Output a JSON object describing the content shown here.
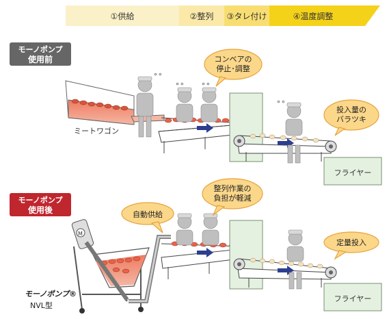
{
  "steps": [
    {
      "label": "①供給",
      "color": "#fbf1c8"
    },
    {
      "label": "②整列",
      "color": "#fae9a8"
    },
    {
      "label": "③タレ付け",
      "color": "#f8de72"
    },
    {
      "label": "④温度調整",
      "color": "#f5d21a"
    }
  ],
  "before": {
    "badge_line1": "モーノポンプ",
    "badge_line2": "使用前",
    "badge_color": "#666666",
    "wagon_label": "ミートワゴン",
    "bubble_conveyor_line1": "コンベアの",
    "bubble_conveyor_line2": "停止･調整",
    "bubble_input_line1": "投入量の",
    "bubble_input_line2": "バラツキ",
    "fryer_label": "フライヤー"
  },
  "after": {
    "badge_line1": "モーノポンプ",
    "badge_line2": "使用後",
    "badge_color": "#c0262e",
    "bubble_auto": "自動供給",
    "bubble_align_line1": "整列作業の",
    "bubble_align_line2": "負担が軽減",
    "bubble_fixed": "定量投入",
    "fryer_label": "フライヤー",
    "pump_brand": "モーノポンプ®",
    "pump_model": "NVL型"
  },
  "colors": {
    "bubble_fill": "#fbd78a",
    "bubble_stroke": "#e8a33c",
    "box_fill": "#e4f1e0",
    "box_stroke": "#7a8f72",
    "arrow": "#2c3e8f",
    "meat": "#e8634a"
  }
}
